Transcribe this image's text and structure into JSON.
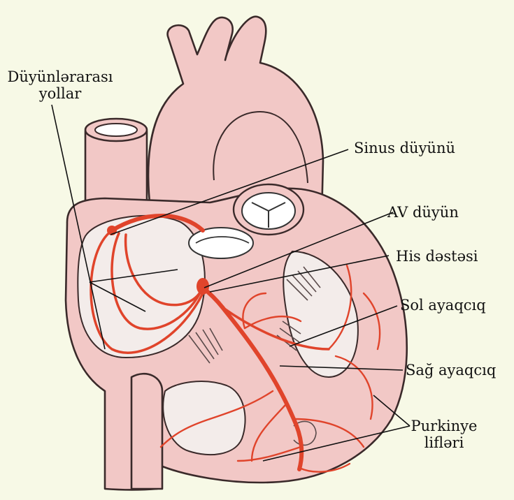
{
  "labels": {
    "internodal": "Düyünlərarası yollar",
    "internodal_line1": "Düyünlərarası",
    "internodal_line2": "yollar",
    "sinus_node": "Sinus düyünü",
    "av_node": "AV düyün",
    "his_bundle": "His dəstəsi",
    "left_branch": "Sol ayaqcıq",
    "right_branch": "Sağ ayaqcıq",
    "purkinje_line1": "Purkinye",
    "purkinje_line2": "lifləri"
  },
  "colors": {
    "background": "#f7f9e6",
    "heart_tissue": "#f2c8c6",
    "conduction_system": "#e0442b",
    "outline": "#3a2a2a"
  }
}
